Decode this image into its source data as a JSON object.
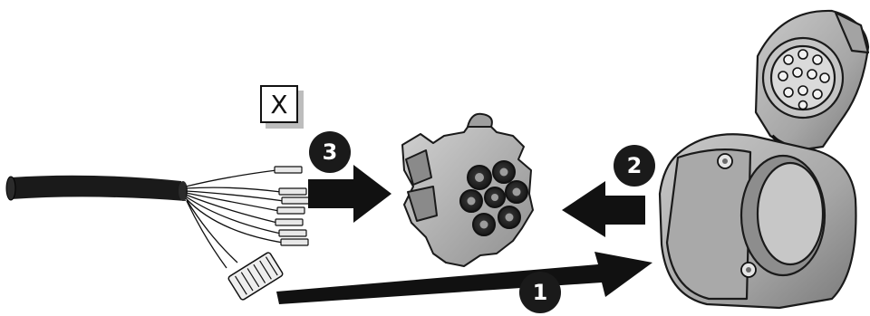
{
  "diagram": {
    "part_label": "X",
    "steps": [
      {
        "number": "1"
      },
      {
        "number": "2"
      },
      {
        "number": "3"
      }
    ]
  },
  "colors": {
    "arrow": "#111111",
    "part_fill": "#b3b3b3",
    "part_dark": "#6e6e6e",
    "outline": "#1a1a1a"
  },
  "icons": [
    "cable-icon",
    "plug-insert-icon",
    "socket-housing-icon",
    "step-arrow-icon"
  ]
}
